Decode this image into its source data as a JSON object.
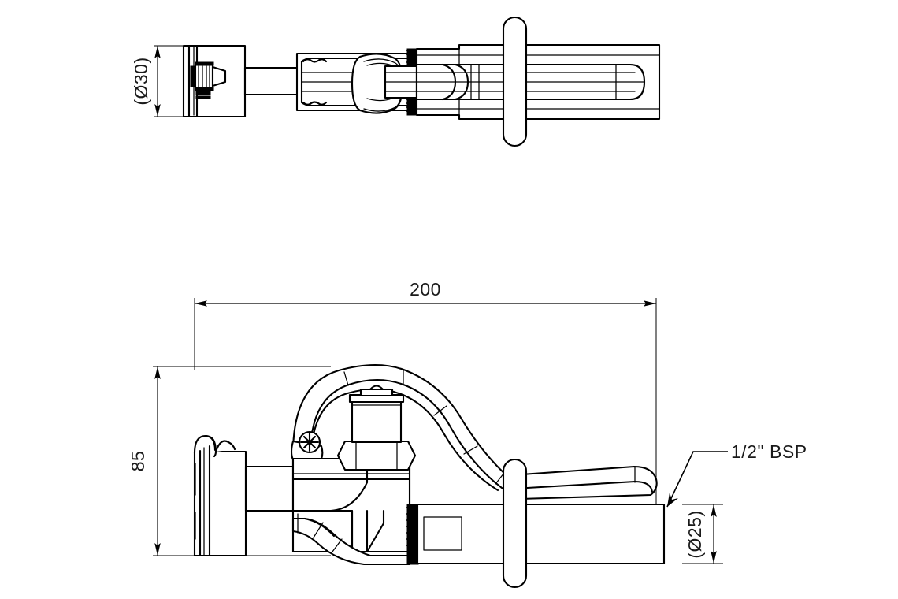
{
  "drawing": {
    "title": "Wall-mounted lever tap technical drawing",
    "background_color": "#ffffff",
    "line_color": "#000000",
    "views": [
      {
        "name": "top-view",
        "label": ""
      },
      {
        "name": "front-view",
        "label": ""
      }
    ],
    "dimensions": {
      "top_flange_diameter": "(Ø30)",
      "overall_length": "200",
      "height": "85",
      "spout_diameter": "(Ø25)"
    },
    "annotations": {
      "thread_callout": "1/2\" BSP"
    }
  }
}
